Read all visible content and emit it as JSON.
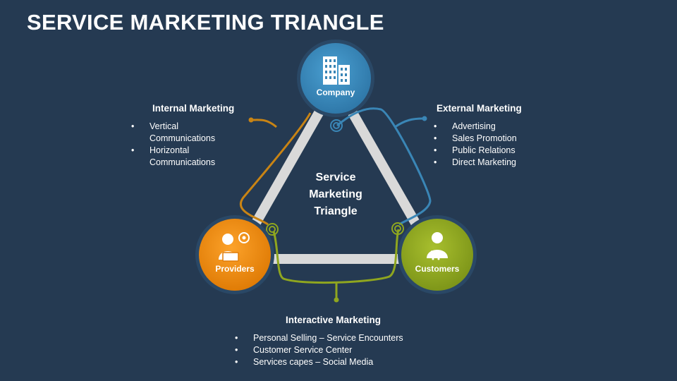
{
  "title": "SERVICE MARKETING TRIANGLE",
  "center": {
    "line1": "Service",
    "line2": "Marketing",
    "line3": "Triangle"
  },
  "nodes": {
    "company": {
      "label": "Company",
      "color": "#3a86b6"
    },
    "providers": {
      "label": "Providers",
      "color": "#ee8b10"
    },
    "customers": {
      "label": "Customers",
      "color": "#8fa61f"
    }
  },
  "internal": {
    "heading": "Internal Marketing",
    "items": [
      "Vertical Communications",
      "Horizontal Communications"
    ],
    "color": "#c98414"
  },
  "external": {
    "heading": "External Marketing",
    "items": [
      "Advertising",
      "Sales Promotion",
      "Public Relations",
      "Direct Marketing"
    ],
    "color": "#3a86b6"
  },
  "interactive": {
    "heading": "Interactive Marketing",
    "items": [
      "Personal Selling – Service Encounters",
      "Customer Service Center",
      "Services capes – Social Media"
    ],
    "color": "#8fa61f"
  }
}
